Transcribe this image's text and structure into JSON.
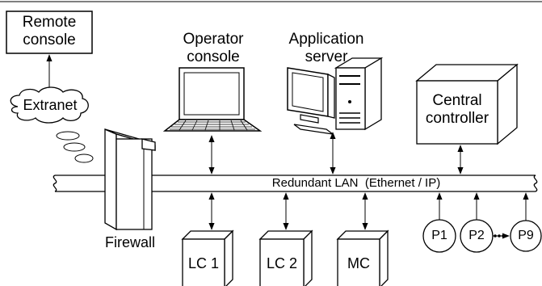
{
  "nodes": {
    "remote_console": [
      "Remote",
      "console"
    ],
    "extranet": "Extranet",
    "operator_console": [
      "Operator",
      "console"
    ],
    "application_server": [
      "Application",
      "server"
    ],
    "central_controller": [
      "Central",
      "controller"
    ],
    "firewall": "Firewall",
    "lan": "Redundant LAN  (Ethernet / IP)",
    "lc1": "LC 1",
    "lc2": "LC 2",
    "mc": "MC",
    "p1": "P1",
    "p2": "P2",
    "p9": "P9"
  }
}
